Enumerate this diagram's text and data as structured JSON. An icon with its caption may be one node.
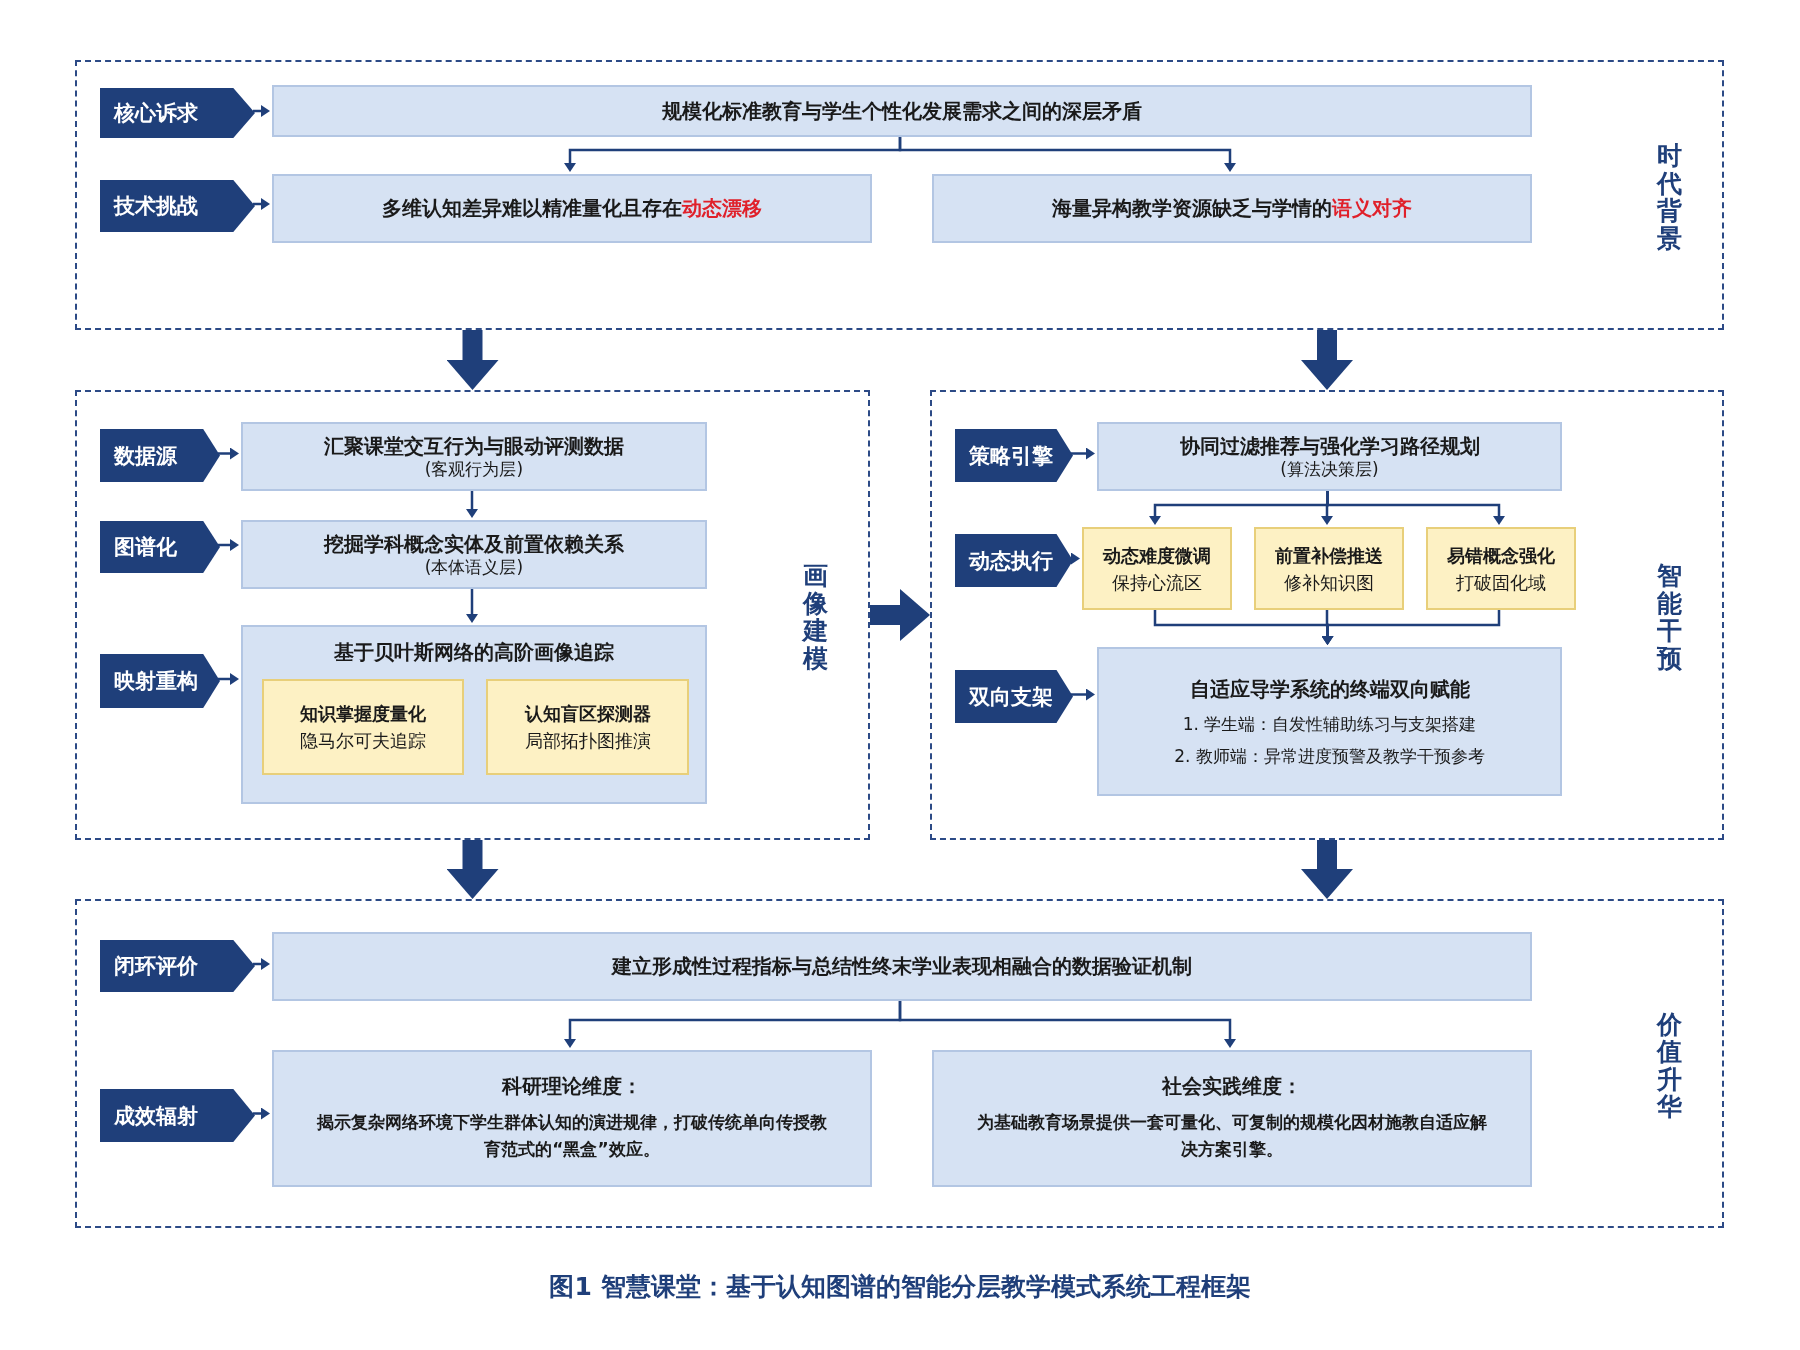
{
  "diagram": {
    "caption": "图1 智慧课堂：基于认知图谱的智能分层教学模式系统工程框架",
    "nodes": [
      {
        "text": [
          "时代背景"
        ]
      },
      {
        "text": [
          "核心诉求"
        ],
        "in": 0
      },
      {
        "text": [
          "规模化标准教育与学生个性化发展需求之间的深层矛盾"
        ],
        "in": 0
      },
      {
        "text": [
          "技术挑战"
        ],
        "in": 0
      },
      {
        "text": [
          "多维认知差异难以精准量化且存在**动态漂移**"
        ],
        "in": 0
      },
      {
        "text": [
          "海量异构教学资源缺乏与学情的**语义对齐**"
        ],
        "in": 0
      },
      {
        "text": [
          "画像建模"
        ]
      },
      {
        "text": [
          "数据源"
        ],
        "in": 6
      },
      {
        "text": [
          "汇聚课堂交互行为与眼动评测数据",
          "(客观行为层)"
        ],
        "in": 6
      },
      {
        "text": [
          "图谱化"
        ],
        "in": 6
      },
      {
        "text": [
          "挖掘学科概念实体及前置依赖关系",
          "(本体语义层)"
        ],
        "in": 6
      },
      {
        "text": [
          "映射重构"
        ],
        "in": 6
      },
      {
        "text": [
          "基于贝叶斯网络的高阶画像追踪"
        ],
        "in": 6
      },
      {
        "text": [
          "知识掌握度量化",
          "隐马尔可夫追踪"
        ],
        "in": 12
      },
      {
        "text": [
          "认知盲区探测器",
          "局部拓扑图推演"
        ],
        "in": 12
      },
      {
        "text": [
          "智能干预"
        ]
      },
      {
        "text": [
          "策略引擎"
        ],
        "in": 15
      },
      {
        "text": [
          "协同过滤推荐与强化学习路径规划",
          "(算法决策层)"
        ],
        "in": 15
      },
      {
        "text": [
          "动态执行"
        ],
        "in": 15
      },
      {
        "text": [
          "动态难度微调",
          "保持心流区"
        ],
        "in": 15
      },
      {
        "text": [
          "前置补偿推送",
          "修补知识图"
        ],
        "in": 15
      },
      {
        "text": [
          "易错概念强化",
          "打破固化域"
        ],
        "in": 15
      },
      {
        "text": [
          "双向支架"
        ],
        "in": 15
      },
      {
        "text": [
          "自适应导学系统的终端双向赋能",
          "1. 学生端：自发性辅助练习与支架搭建",
          "2. 教师端：异常进度预警及教学干预参考"
        ],
        "in": 15
      },
      {
        "text": [
          "价值升华"
        ]
      },
      {
        "text": [
          "闭环评价"
        ],
        "in": 24
      },
      {
        "text": [
          "建立形成性过程指标与总结性终末学业表现相融合的数据验证机制"
        ],
        "in": 24
      },
      {
        "text": [
          "成效辐射"
        ],
        "in": 24
      },
      {
        "text": [
          "科研理论维度：",
          "揭示复杂网络环境下学生群体认知的演进规律，打破传统单向传授教育范式的“黑盒”效应。"
        ],
        "in": 24
      },
      {
        "text": [
          "社会实践维度：",
          "为基础教育场景提供一套可量化、可复制的规模化因材施教自适应解决方案引擎。"
        ],
        "in": 24
      }
    ],
    "edges": [
      {
        "from": 1,
        "to": 2,
        "arrow": "to"
      },
      {
        "from": 3,
        "to": 4,
        "arrow": "to"
      },
      {
        "from": 2,
        "to": 4,
        "arrow": "to"
      },
      {
        "from": 2,
        "to": 5,
        "arrow": "to"
      },
      {
        "from": 0,
        "to": 6,
        "arrow": "to",
        "style": "thick"
      },
      {
        "from": 0,
        "to": 15,
        "arrow": "to",
        "style": "thick"
      },
      {
        "from": 7,
        "to": 8,
        "arrow": "to"
      },
      {
        "from": 9,
        "to": 10,
        "arrow": "to"
      },
      {
        "from": 11,
        "to": 12,
        "arrow": "to"
      },
      {
        "from": 8,
        "to": 10,
        "arrow": "to"
      },
      {
        "from": 10,
        "to": 12,
        "arrow": "to"
      },
      {
        "from": 6,
        "to": 15,
        "arrow": "to",
        "style": "thick"
      },
      {
        "from": 16,
        "to": 17,
        "arrow": "to"
      },
      {
        "from": 18,
        "to": 19,
        "arrow": "to"
      },
      {
        "from": 22,
        "to": 23,
        "arrow": "to"
      },
      {
        "from": 17,
        "to": 19,
        "arrow": "to"
      },
      {
        "from": 17,
        "to": 20,
        "arrow": "to"
      },
      {
        "from": 17,
        "to": 21,
        "arrow": "to"
      },
      {
        "from": 19,
        "to": 23,
        "arrow": "to"
      },
      {
        "from": 20,
        "to": 23,
        "arrow": "to"
      },
      {
        "from": 21,
        "to": 23,
        "arrow": "to"
      },
      {
        "from": 6,
        "to": 24,
        "arrow": "to",
        "style": "thick"
      },
      {
        "from": 15,
        "to": 24,
        "arrow": "to",
        "style": "thick"
      },
      {
        "from": 25,
        "to": 26,
        "arrow": "to"
      },
      {
        "from": 27,
        "to": 28,
        "arrow": "to"
      },
      {
        "from": 26,
        "to": 28,
        "arrow": "to"
      },
      {
        "from": 26,
        "to": 29,
        "arrow": "to"
      }
    ]
  }
}
